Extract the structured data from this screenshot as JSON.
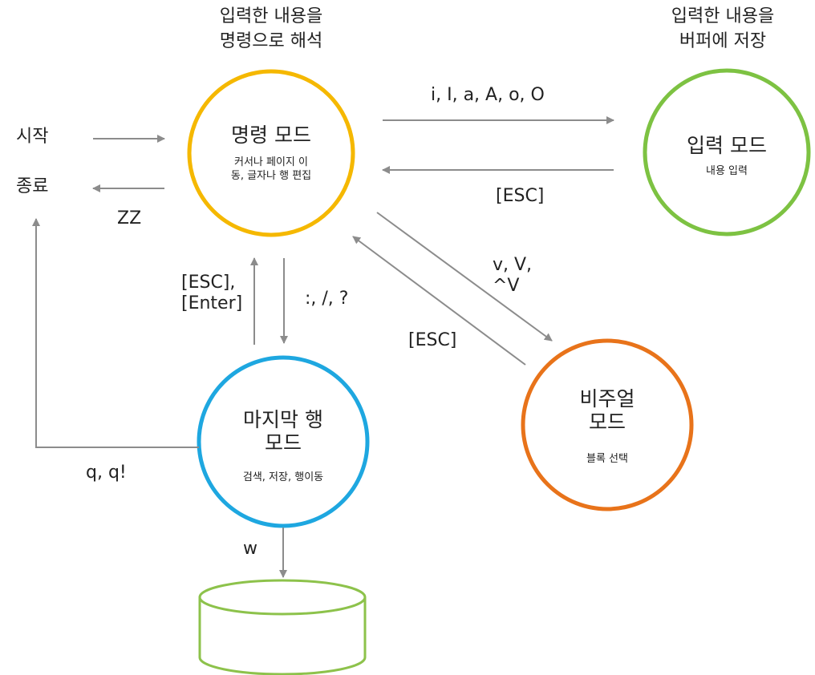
{
  "colors": {
    "command_mode": "#F5B800",
    "input_mode": "#7DC242",
    "visual_mode": "#E8731A",
    "lastline_mode": "#1EA7E0",
    "storage": "#8DC24B",
    "arrow": "#8C8C8C",
    "text": "#222222"
  },
  "annotations": {
    "command_note": "입력한 내용을\n명령으로 해석",
    "input_note": "입력한 내용을\n버퍼에 저장"
  },
  "nodes": {
    "start": "시작",
    "end": "종료",
    "command": {
      "title": "명령 모드",
      "desc": "커서나 페이지 이\n동, 글자나 행 편집"
    },
    "input": {
      "title": "입력 모드",
      "desc": "내용 입력"
    },
    "lastline": {
      "title": "마지막 행\n모드",
      "desc": "검색, 저장, 행이동"
    },
    "visual": {
      "title": "비주얼\n모드",
      "desc": "블록 선택"
    }
  },
  "edges": {
    "to_input": "i, I, a, A, o, O",
    "input_esc": "[ESC]",
    "quit_zz": "ZZ",
    "lastline_back": "[ESC],\n[Enter]",
    "to_lastline": ":, /, ?",
    "to_visual": "v, V,\n^V",
    "visual_esc": "[ESC]",
    "quit_q": "q, q!",
    "write_w": "w"
  }
}
